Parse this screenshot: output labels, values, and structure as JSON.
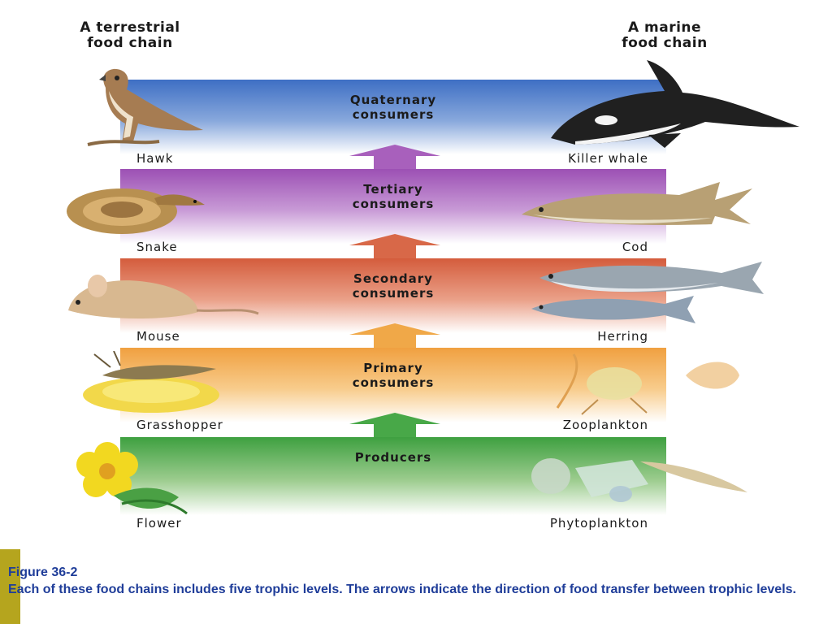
{
  "headings": {
    "terrestrial": "A terrestrial\nfood chain",
    "marine": "A marine\nfood chain"
  },
  "levels": [
    {
      "title": "Quaternary\nconsumers",
      "terrestrial": "Hawk",
      "marine": "Killer whale",
      "color": "#4a78c8"
    },
    {
      "title": "Tertiary\nconsumers",
      "terrestrial": "Snake",
      "marine": "Cod",
      "color": "#a860bc"
    },
    {
      "title": "Secondary\nconsumers",
      "terrestrial": "Mouse",
      "marine": "Herring",
      "color": "#d86848"
    },
    {
      "title": "Primary\nconsumers",
      "terrestrial": "Grasshopper",
      "marine": "Zooplankton",
      "color": "#f0a848"
    },
    {
      "title": "Producers",
      "terrestrial": "Flower",
      "marine": "Phytoplankton",
      "color": "#48a848"
    }
  ],
  "caption": {
    "figure": "Figure 36-2",
    "text": "Each of these food chains includes five trophic levels. The arrows indicate the direction of food transfer between trophic levels."
  }
}
